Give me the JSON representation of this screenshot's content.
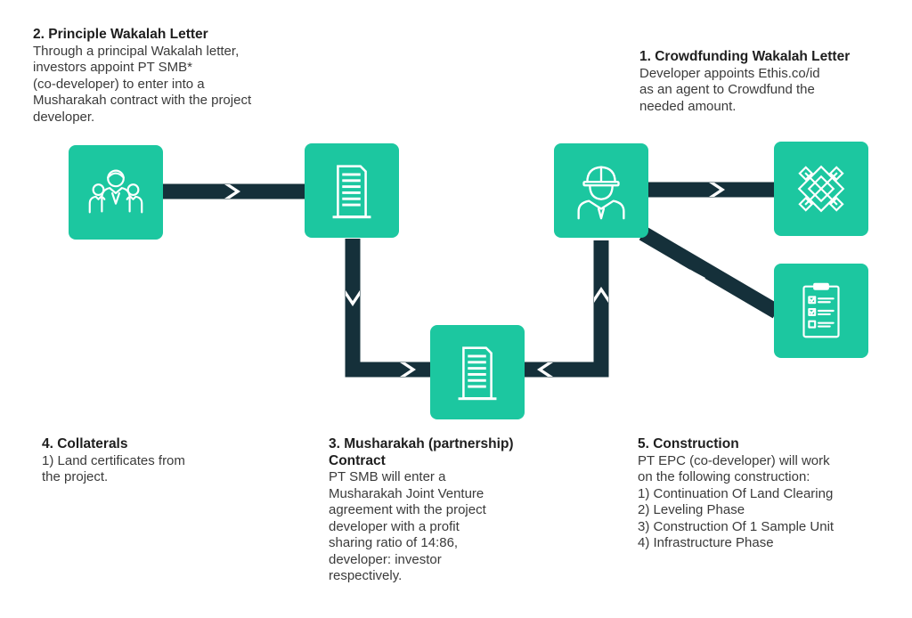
{
  "colors": {
    "accent": "#1cc7a0",
    "connector": "#15303a",
    "text": "#3a3a3a"
  },
  "steps": [
    {
      "heading": "1. Crowdfunding Wakalah Letter",
      "lines": [
        "Developer appoints Ethis.co/id",
        "as an agent to Crowdfund the",
        "needed amount."
      ]
    },
    {
      "heading": "2. Principle Wakalah Letter",
      "lines": [
        "Through a principal Wakalah letter,",
        "investors appoint PT SMB*",
        "(co-developer) to enter into a",
        "Musharakah contract with the project",
        "developer."
      ]
    },
    {
      "heading": "3. Musharakah (partnership) Contract",
      "lines": [
        "PT SMB will enter a",
        "Musharakah Joint Venture",
        "agreement with the project",
        "developer with a profit",
        "sharing ratio of 14:86,",
        "developer: investor",
        "respectively."
      ]
    },
    {
      "heading": "4. Collaterals",
      "lines": [
        "1) Land certificates from",
        "the project."
      ]
    },
    {
      "heading": "5. Construction",
      "lines": [
        "PT EPC (co-developer) will work",
        "on the following construction:",
        "1) Continuation Of Land Clearing",
        "2) Leveling Phase",
        "3) Construction Of 1 Sample Unit",
        "4) Infrastructure Phase"
      ]
    }
  ],
  "nodes": [
    {
      "icon": "investors-group-icon"
    },
    {
      "icon": "building-icon"
    },
    {
      "icon": "building-icon"
    },
    {
      "icon": "developer-helmet-icon"
    },
    {
      "icon": "ethis-logo-icon"
    },
    {
      "icon": "checklist-icon"
    }
  ]
}
